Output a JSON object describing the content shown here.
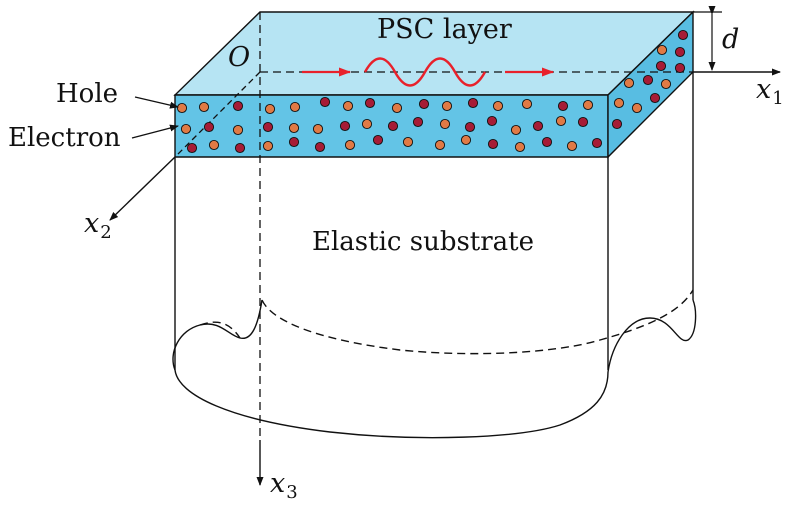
{
  "labels": {
    "psc_layer": "PSC layer",
    "origin": "O",
    "thickness": "d",
    "hole": "Hole",
    "electron": "Electron",
    "substrate": "Elastic substrate",
    "x1_main": "x",
    "x1_sub": "1",
    "x2_main": "x",
    "x2_sub": "2",
    "x3_main": "x",
    "x3_sub": "3"
  },
  "colors": {
    "layer_top": "#b6e4f3",
    "layer_front": "#63c4e6",
    "layer_side": "#58bde2",
    "hole_particle": "#e07a45",
    "electron_particle": "#a61c36",
    "wave": "#e8212b",
    "line": "#111111"
  }
}
